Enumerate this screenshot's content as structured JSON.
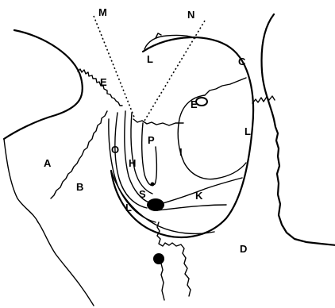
{
  "labels": {
    "M": "M",
    "N": "N",
    "L_top": "L",
    "C": "C",
    "E_left": "E",
    "E_right": "E",
    "L_right": "L",
    "O": "O",
    "P": "P",
    "I": "I",
    "H": "H",
    "A": "A",
    "B": "B",
    "S": "S",
    "K": "K",
    "L_bottom": "L",
    "D": "D"
  },
  "colors": {
    "ink": "#000000",
    "paper": "#ffffff"
  }
}
